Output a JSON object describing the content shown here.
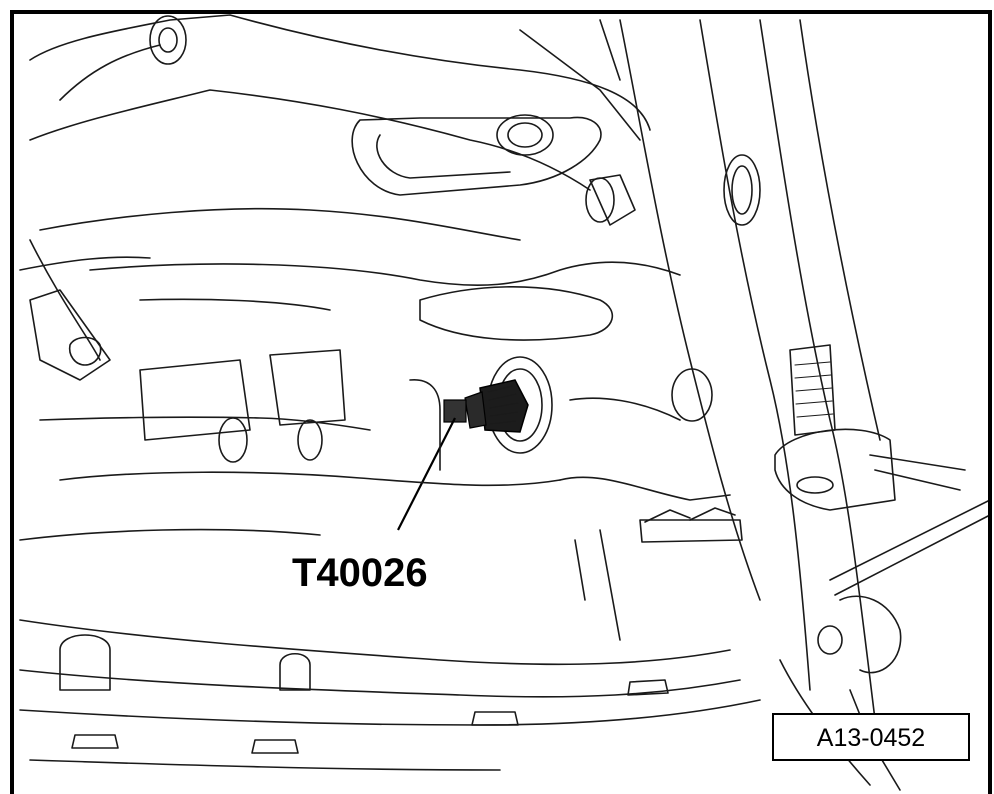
{
  "diagram": {
    "callout_label": "T40026",
    "reference_code": "A13-0452",
    "depicted": "tool-fitted-in-engine-block"
  }
}
